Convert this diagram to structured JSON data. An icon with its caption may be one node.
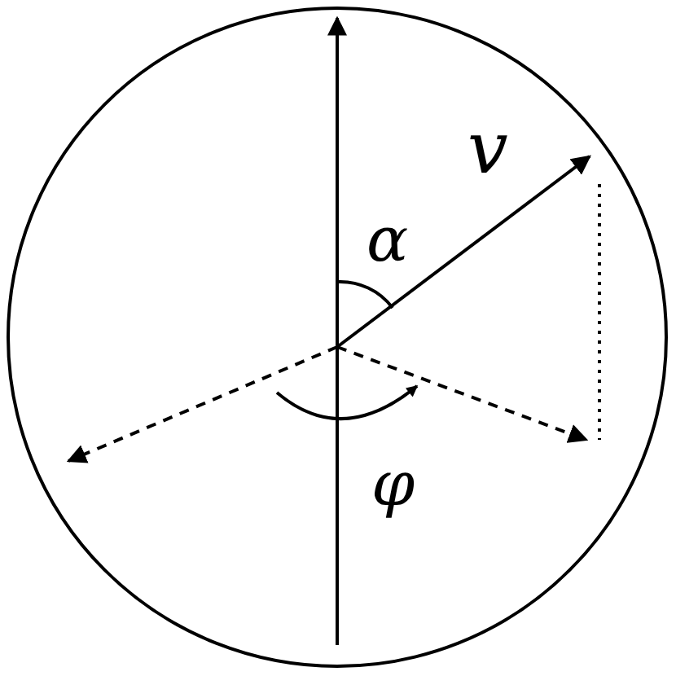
{
  "diagram": {
    "labels": [
      "v",
      "α",
      "φ"
    ]
  }
}
